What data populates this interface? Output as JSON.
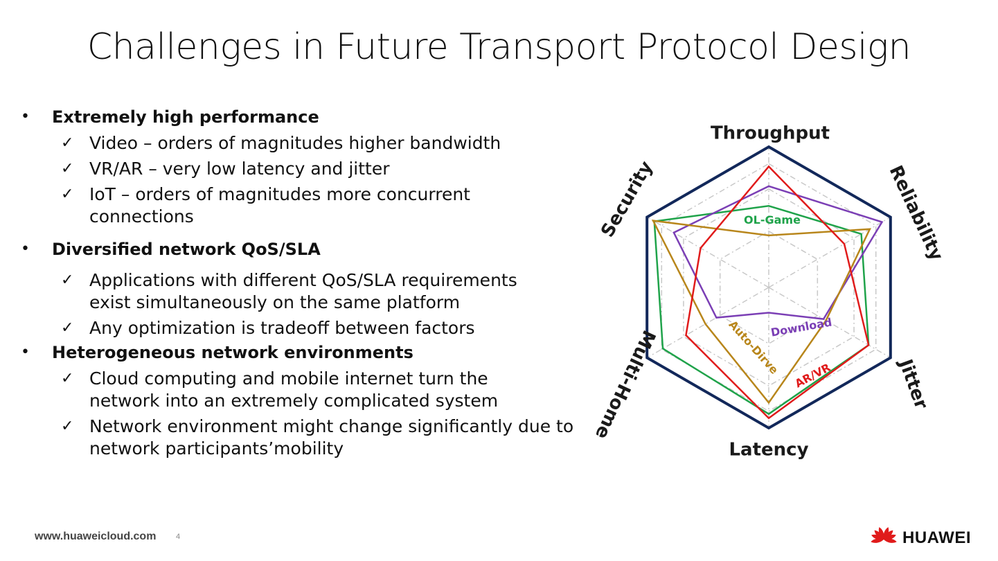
{
  "title": "Challenges in Future Transport Protocol Design",
  "bullets": [
    {
      "heading": "Extremely high performance",
      "items": [
        "Video – orders of magnitudes higher bandwidth",
        "VR/AR – very low latency and jitter",
        "IoT – orders of magnitudes more concurrent connections"
      ]
    },
    {
      "heading": "Diversified network QoS/SLA",
      "items": [
        "Applications with different QoS/SLA requirements exist simultaneously on the same platform",
        "Any optimization is tradeoff between factors"
      ]
    },
    {
      "heading": "Heterogeneous network environments",
      "items": [
        "Cloud computing and mobile internet turn the network into an extremely complicated system",
        "Network environment might change significantly due to network participants’mobility"
      ]
    }
  ],
  "chart_data": {
    "type": "radar",
    "axes": [
      "Throughput",
      "Reliability",
      "Jitter",
      "Latency",
      "Multi-Home",
      "Security"
    ],
    "range": [
      0,
      1
    ],
    "grid": true,
    "series": [
      {
        "name": "OL-Game",
        "color": "#1fa34a",
        "values": [
          0.58,
          0.76,
          0.82,
          0.9,
          0.87,
          0.94
        ]
      },
      {
        "name": "Download",
        "color": "#7b3fb5",
        "values": [
          0.72,
          0.93,
          0.45,
          0.18,
          0.43,
          0.78
        ]
      },
      {
        "name": "Auto-Dirve",
        "color": "#b8861b",
        "values": [
          0.37,
          0.83,
          0.47,
          0.82,
          0.52,
          0.95
        ]
      },
      {
        "name": "AR/VR",
        "color": "#e01b1b",
        "values": [
          0.86,
          0.62,
          0.82,
          0.93,
          0.68,
          0.56
        ]
      }
    ],
    "outline_color": "#12285a"
  },
  "footer": {
    "url": "www.huaweicloud.com",
    "page": "4",
    "brand": "HUAWEI",
    "brand_color": "#e01b1b"
  }
}
